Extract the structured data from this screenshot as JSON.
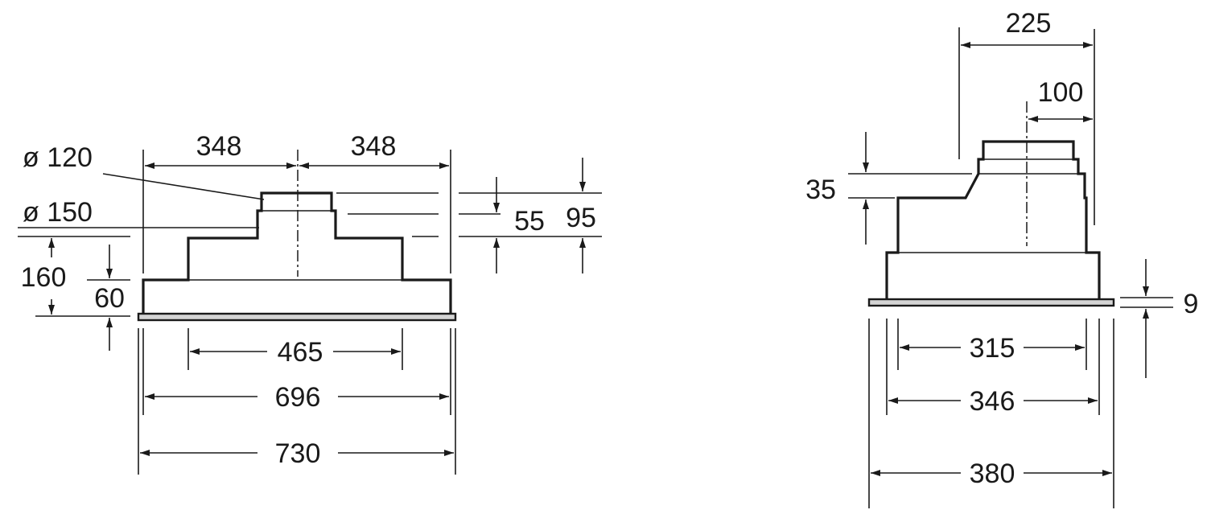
{
  "front_view": {
    "labels": {
      "dia_120": "ø 120",
      "dia_150": "ø 150",
      "w_348_left": "348",
      "w_348_right": "348",
      "h_55": "55",
      "h_95": "95",
      "h_160": "160",
      "h_60": "60",
      "w_465": "465",
      "w_696": "696",
      "w_730": "730"
    }
  },
  "side_view": {
    "labels": {
      "w_225": "225",
      "w_100": "100",
      "h_35": "35",
      "h_9": "9",
      "w_315": "315",
      "w_346": "346",
      "w_380": "380"
    }
  }
}
